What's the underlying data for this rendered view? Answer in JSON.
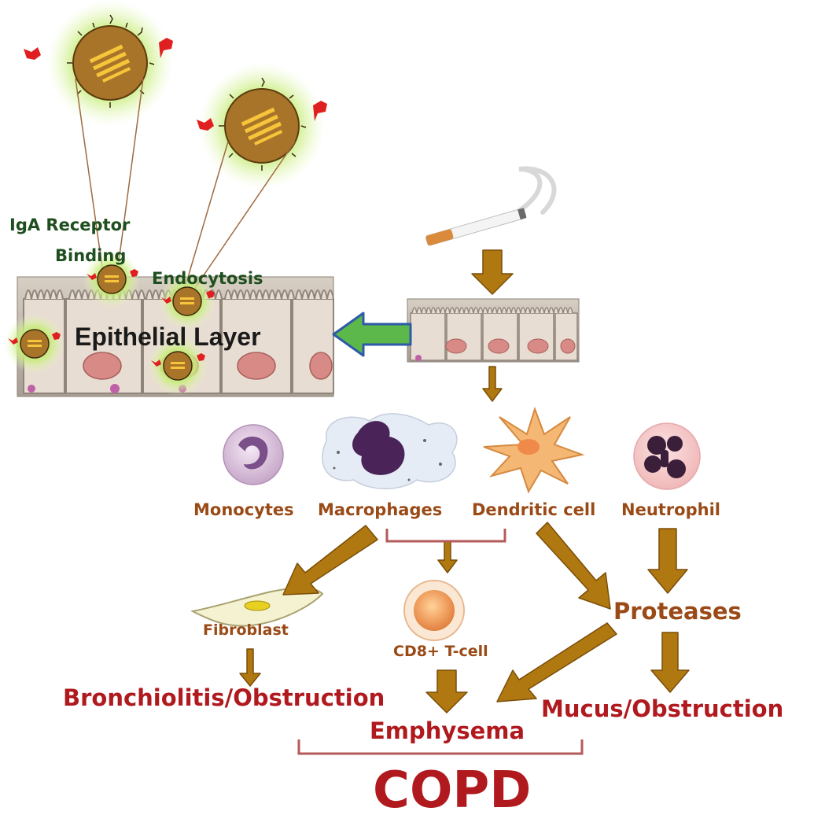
{
  "labels": {
    "iga_receptor": "IgA Receptor",
    "binding": "Binding",
    "endocytosis": "Endocytosis",
    "epithelial_layer": "Epithelial Layer",
    "monocytes": "Monocytes",
    "macrophages": "Macrophages",
    "dendritic_cell": "Dendritic cell",
    "neutrophil": "Neutrophil",
    "fibroblast": "Fibroblast",
    "cd8_tcell": "CD8+ T-cell",
    "proteases": "Proteases",
    "bronchiolitis": "Bronchiolitis/Obstruction",
    "emphysema": "Emphysema",
    "mucus": "Mucus/Obstruction",
    "copd": "COPD"
  },
  "colors": {
    "arrow": "#b07810",
    "arrow_stroke": "#7a4e08",
    "bracket": "#b45a5a",
    "green_arrow": "#5cb84a",
    "blue_outline": "#2e5aa8",
    "label_green": "#1f4e1f",
    "label_brown": "#9a4a16",
    "label_red": "#b0191e"
  }
}
